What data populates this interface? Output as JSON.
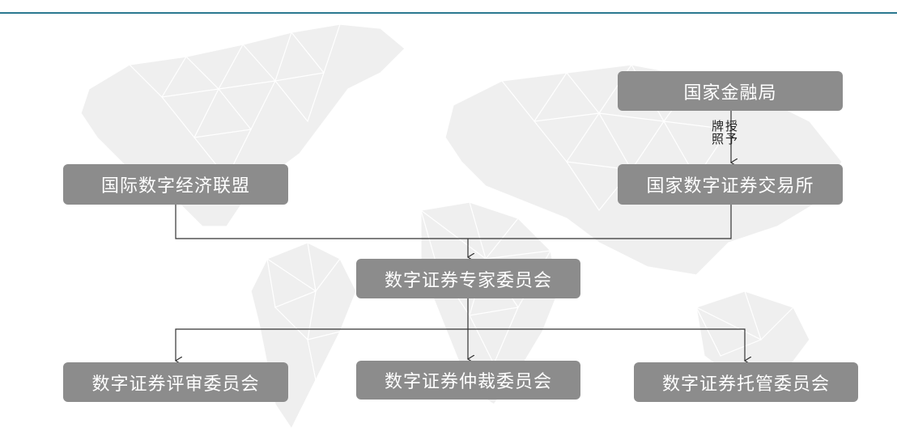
{
  "diagram": {
    "nodes": {
      "pboc": "国家金融局",
      "alliance": "国际数字经济联盟",
      "exchange": "国家数字证券交易所",
      "expert_committee": "数字证券专家委员会",
      "review_committee": "数字证券评审委员会",
      "arbitration_committee": "数字证券仲裁委员会",
      "custody_committee": "数字证券托管委员会"
    },
    "edge_label": "授予牌照",
    "colors": {
      "node_fill": "#8c8c8c",
      "node_text": "#ffffff",
      "line": "#333333",
      "top_rule": "#2a7890",
      "map": "#ededed"
    }
  }
}
